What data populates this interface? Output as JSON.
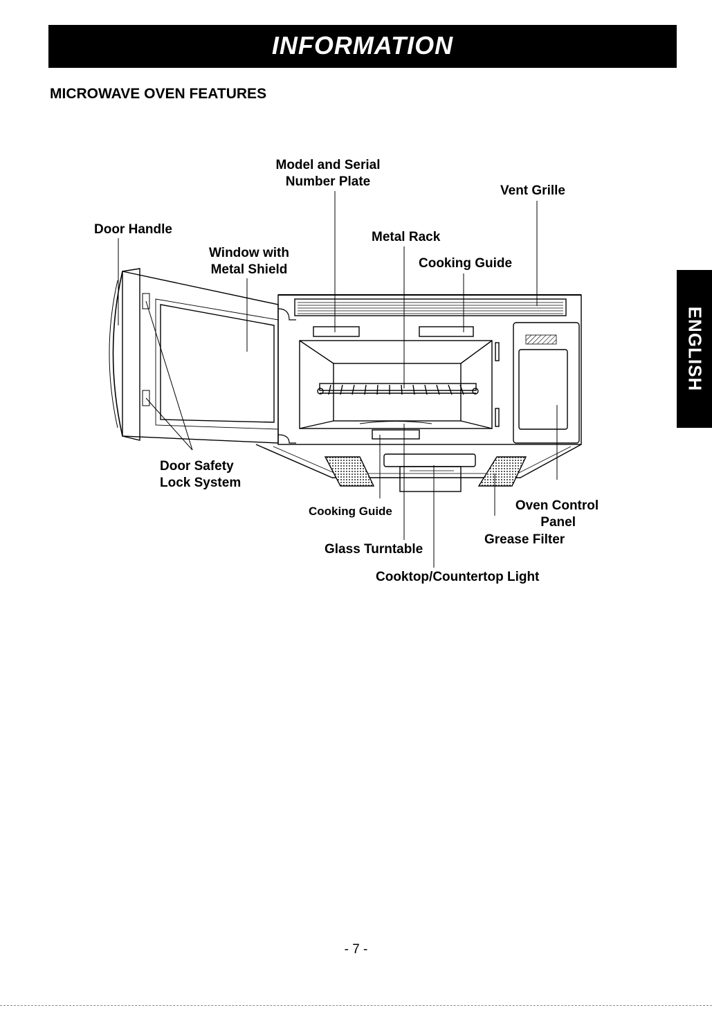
{
  "header": {
    "title": "INFORMATION"
  },
  "section": {
    "heading": "MICROWAVE OVEN FEATURES"
  },
  "side_tab": {
    "label": "ENGLISH"
  },
  "callouts": {
    "model_serial_line1": "Model and Serial",
    "model_serial_line2": "Number Plate",
    "vent_grille": "Vent Grille",
    "door_handle": "Door Handle",
    "metal_rack": "Metal Rack",
    "window_line1": "Window with",
    "window_line2": "Metal Shield",
    "cooking_guide_top": "Cooking Guide",
    "door_safety_line1": "Door Safety",
    "door_safety_line2": "Lock System",
    "cooking_guide_bottom": "Cooking Guide",
    "oven_control_line1": "Oven Control",
    "oven_control_line2": "Panel",
    "grease_filter": "Grease Filter",
    "glass_turntable": "Glass Turntable",
    "cooktop_light": "Cooktop/Countertop Light"
  },
  "footer": {
    "page_number": "- 7 -"
  }
}
